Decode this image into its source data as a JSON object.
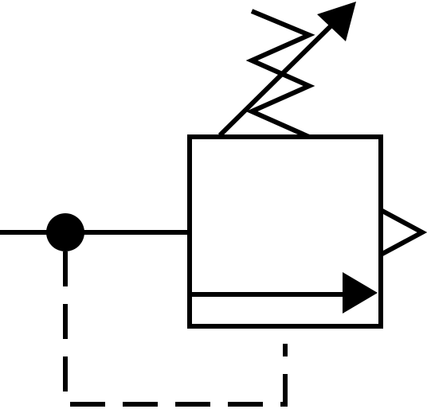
{
  "diagram": {
    "symbol": "pressure-regulating-valve",
    "stroke_color": "#000000",
    "background_color": "#ffffff",
    "elements": {
      "valve_body": "valve-body-box",
      "adjustable_spring": "adjustable-spring",
      "adjust_arrow": "adjustment-arrow-icon",
      "flow_arrow": "flow-arrow-icon",
      "exhaust_port": "exhaust-port-triangle",
      "inlet_line": "inlet-line",
      "junction_dot": "junction-dot",
      "pilot_line": "pilot-line-dashed"
    }
  }
}
